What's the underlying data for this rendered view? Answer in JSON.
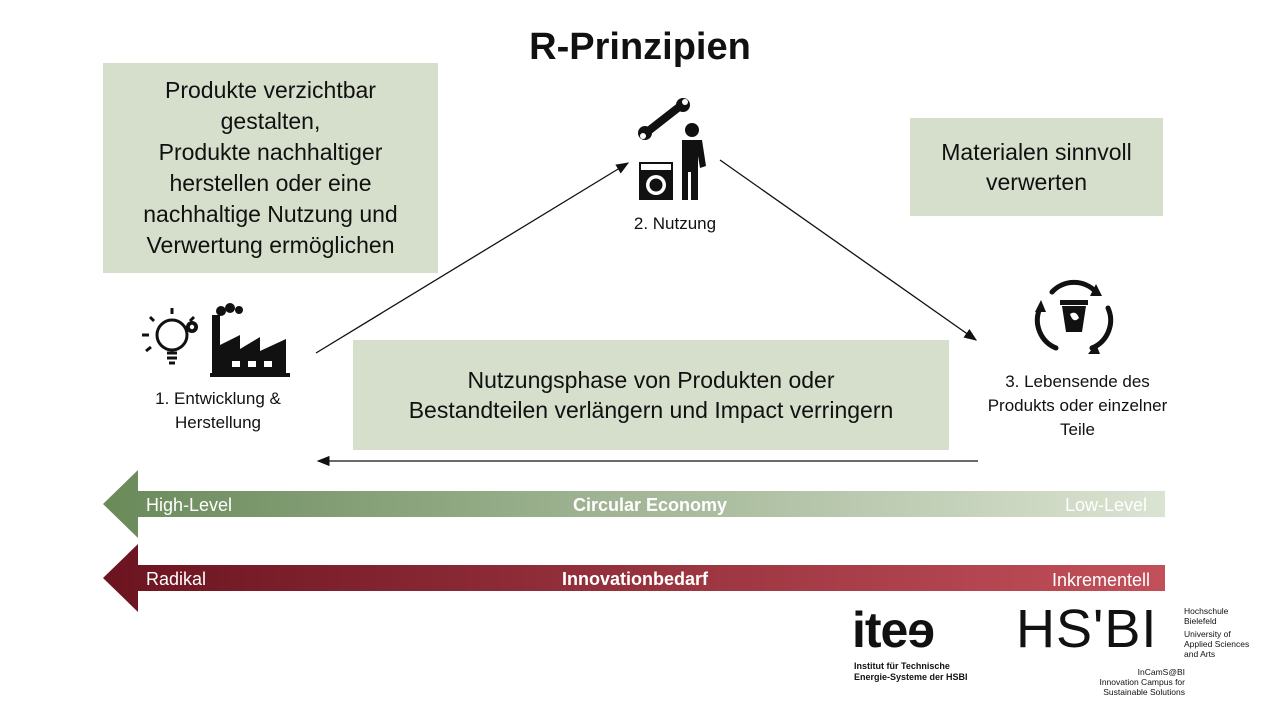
{
  "title": "R-Prinzipien",
  "boxes": {
    "left": "Produkte verzichtbar\ngestalten,\nProdukte nachhaltiger\nherstellen oder eine\nnachhaltige Nutzung und\nVerwertung ermöglichen",
    "right": "Materialen sinnvoll\nverwerten",
    "center": "Nutzungsphase von Produkten oder\nBestandteilen verlängern und Impact verringern"
  },
  "stages": {
    "development": "1. Entwicklung &\nHerstellung",
    "use": "2. Nutzung",
    "end_of_life": "3. Lebensende des\nProdukts oder einzelner\nTeile"
  },
  "bars": {
    "circular": {
      "left": "High-Level",
      "center": "Circular Economy",
      "right": "Low-Level",
      "color_start": "#6a8a5a",
      "color_end": "#dbe3d2"
    },
    "innovation": {
      "left": "Radikal",
      "center": "Innovationbedarf",
      "right": "Inkrementell",
      "color_start": "#6b1420",
      "color_end": "#c2505a"
    }
  },
  "logos": {
    "itees": {
      "mark": "iteɘ",
      "line1": "Institut für Technische",
      "line2": "Energie-Systeme der HSBI"
    },
    "hsbi": {
      "mark": "HS'BI",
      "side_lines": [
        "Hochschule",
        "Bielefeld",
        "University of",
        "Applied Sciences",
        "and Arts"
      ],
      "incamps_lines": [
        "InCamS@BI",
        "Innovation Campus for",
        "Sustainable Solutions"
      ]
    }
  },
  "colors": {
    "box_fill": "#d6dfcb",
    "arrow": "#111111"
  }
}
